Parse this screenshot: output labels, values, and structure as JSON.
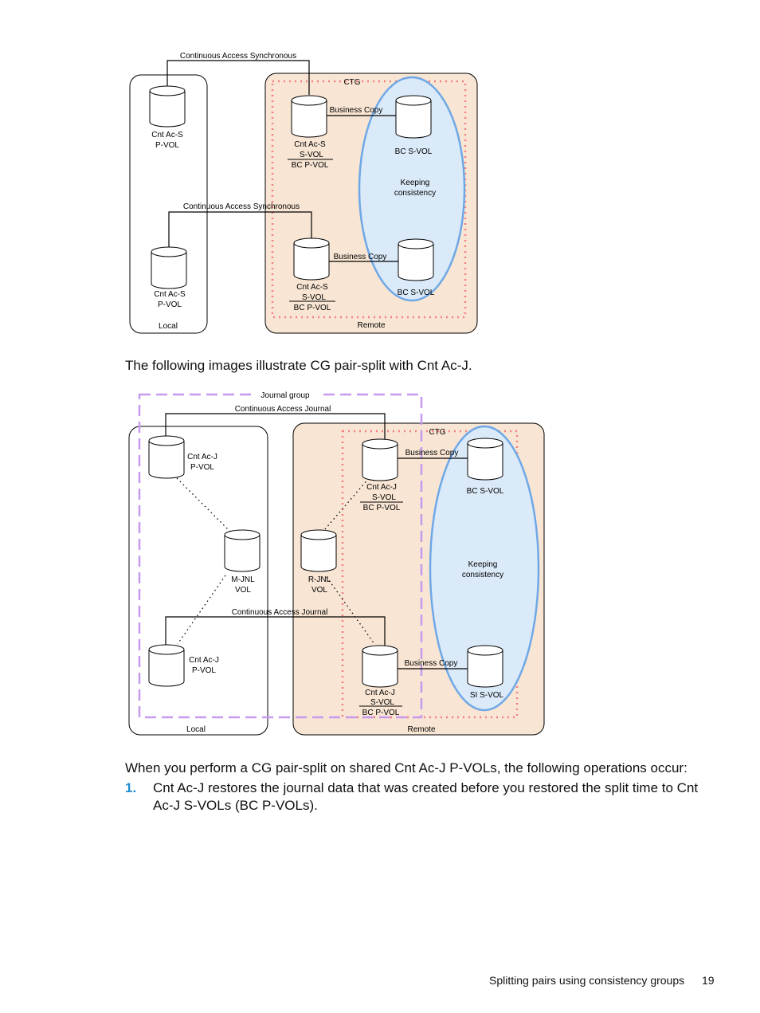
{
  "figure1": {
    "link_top": "Continuous Access Synchronous",
    "link_bottom": "Continuous Access Synchronous",
    "ctg": "CTG",
    "local_pvol_1": [
      "Cnt Ac-S",
      "P-VOL"
    ],
    "local_pvol_2": [
      "Cnt Ac-S",
      "P-VOL"
    ],
    "remote_svol_1": [
      "Cnt Ac-S",
      "S-VOL",
      "BC P-VOL"
    ],
    "remote_svol_2": [
      "Cnt Ac-S",
      "S-VOL",
      "BC P-VOL"
    ],
    "business_copy_1": "Business Copy",
    "business_copy_2": "Business Copy",
    "bc_svol_1": "BC S-VOL",
    "bc_svol_2": "BC S-VOL",
    "keeping": [
      "Keeping",
      "consistency"
    ],
    "local": "Local",
    "remote": "Remote"
  },
  "intro_text": "The following images illustrate CG pair-split with Cnt Ac-J.",
  "figure2": {
    "journal_group": "Journal group",
    "link_top": "Continuous Access Journal",
    "link_bottom": "Continuous Access Journal",
    "ctg": "CTG",
    "local_pvol_1": [
      "Cnt Ac-J",
      "P-VOL"
    ],
    "local_pvol_2": [
      "Cnt Ac-J",
      "P-VOL"
    ],
    "mjnl": [
      "M-JNL",
      "VOL"
    ],
    "rjnl": [
      "R-JNL",
      "VOL"
    ],
    "remote_svol_1": [
      "Cnt Ac-J",
      "S-VOL",
      "BC P-VOL"
    ],
    "remote_svol_2": [
      "Cnt Ac-J",
      "S-VOL",
      "BC P-VOL"
    ],
    "business_copy_1": "Business Copy",
    "business_copy_2": "Business Copy",
    "bc_svol": "BC S-VOL",
    "si_svol": "SI S-VOL",
    "keeping": [
      "Keeping",
      "consistency"
    ],
    "local": "Local",
    "remote": "Remote"
  },
  "operations_intro": "When you perform a CG pair-split on shared Cnt Ac-J P-VOLs, the following operations occur:",
  "steps": [
    {
      "number": "1.",
      "text": "Cnt Ac-J restores the journal data that was created before you restored the split time to Cnt Ac-J S-VOLs (BC P-VOLs)."
    }
  ],
  "footer": {
    "section": "Splitting pairs using consistency groups",
    "page": "19"
  },
  "colors": {
    "remote_fill": "#f8e5d3",
    "ctg_border": "#f47f7f",
    "ellipse_stroke": "#6fa8e6",
    "ellipse_fill": "#dbeaf9",
    "journal_border": "#c79af0",
    "step_number": "#1f8fd2"
  }
}
